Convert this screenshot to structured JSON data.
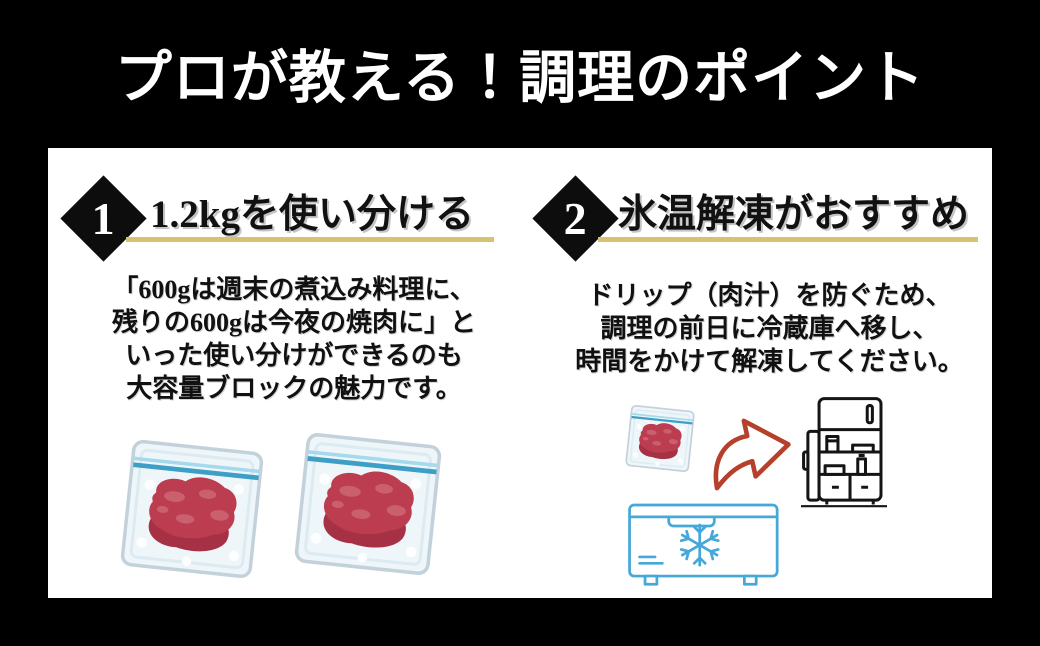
{
  "title": "プロが教える！調理のポイント",
  "card": {
    "points": [
      {
        "number": "1",
        "heading": "1.2kgを使い分ける",
        "body_lines": [
          "「600gは週末の煮込み料理に、",
          "残りの600gは今夜の焼肉に」と",
          "いった使い分けができるのも",
          "大容量ブロックの魅力です。"
        ],
        "icons": [
          "ziplock-bag-meat-icon",
          "ziplock-bag-meat-icon"
        ]
      },
      {
        "number": "2",
        "heading": "氷温解凍がおすすめ",
        "body_lines": [
          "ドリップ（肉汁）を防ぐため、",
          "調理の前日に冷蔵庫へ移し、",
          "時間をかけて解凍してください。"
        ],
        "icons": [
          "ziplock-bag-meat-icon",
          "curved-arrow-icon",
          "refrigerator-icon",
          "chest-freezer-icon"
        ]
      }
    ]
  },
  "colors": {
    "page_bg": "#000000",
    "card_bg": "#ffffff",
    "title_text": "#ffffff",
    "heading_text": "#111111",
    "body_text": "#111111",
    "underline_gold": "#d9c172",
    "badge_bg": "#0d0d0d",
    "badge_number": "#ffffff",
    "arrow_red": "#b5402c",
    "freezer_blue": "#45a8d8",
    "fridge_outline": "#141414",
    "meat_red": "#bc3c50",
    "bag_zip_blue": "#3e9fc6"
  }
}
